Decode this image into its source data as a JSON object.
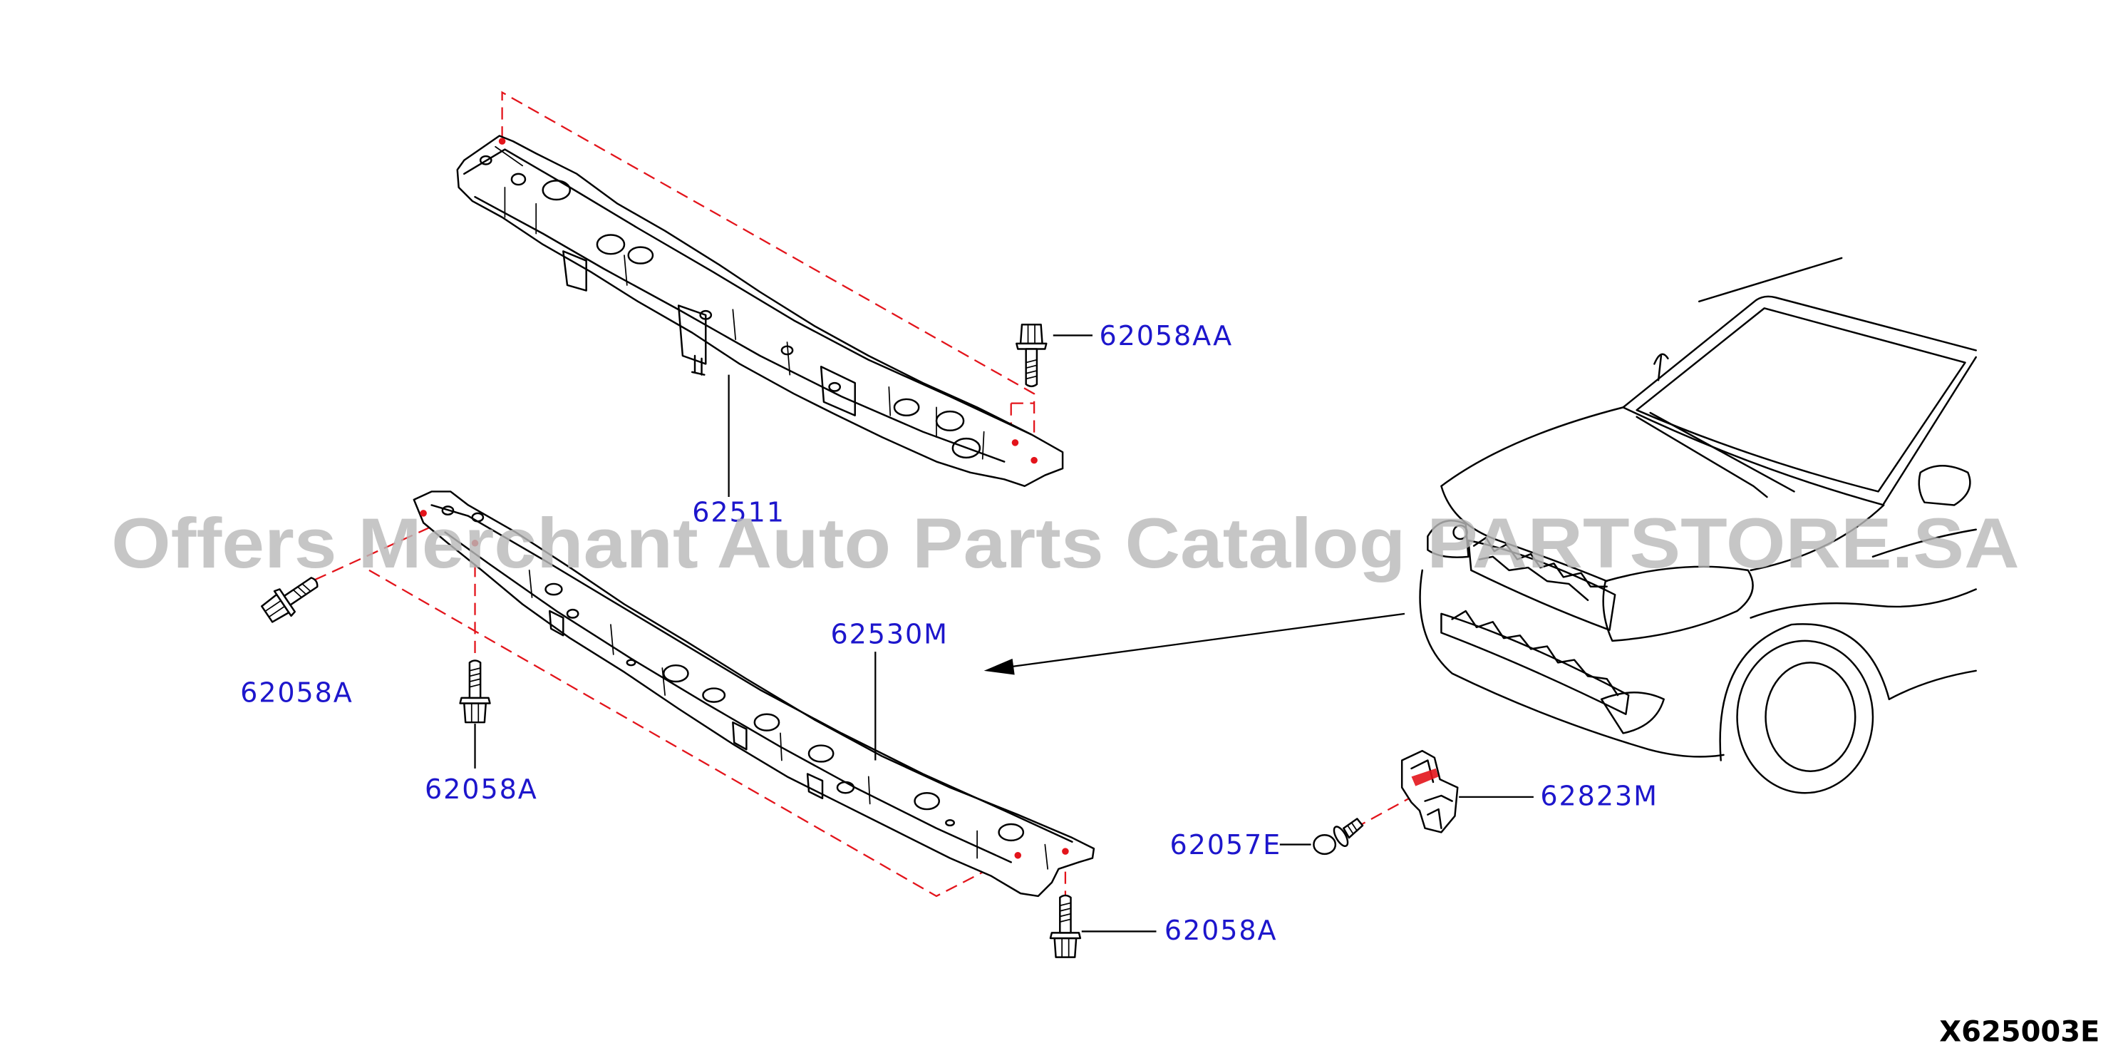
{
  "diagram": {
    "id": "X625003E",
    "watermark": "Offers Merchant Auto Parts Catalog PARTSTORE.SA",
    "colors": {
      "callout_text": "#1d16cc",
      "assembly_line": "#e3141b",
      "line_art": "#000000",
      "watermark": "#b9b9b9",
      "background": "#ffffff"
    },
    "callouts": {
      "upper_member": "62511",
      "upper_member_bolt": "62058AA",
      "lower_member": "62530M",
      "lower_member_left_bolt": "62058A",
      "lower_member_bottom_bolt": "62058A",
      "lower_member_right_bolt": "62058A",
      "clip": "62057E",
      "bracket": "62823M"
    }
  }
}
